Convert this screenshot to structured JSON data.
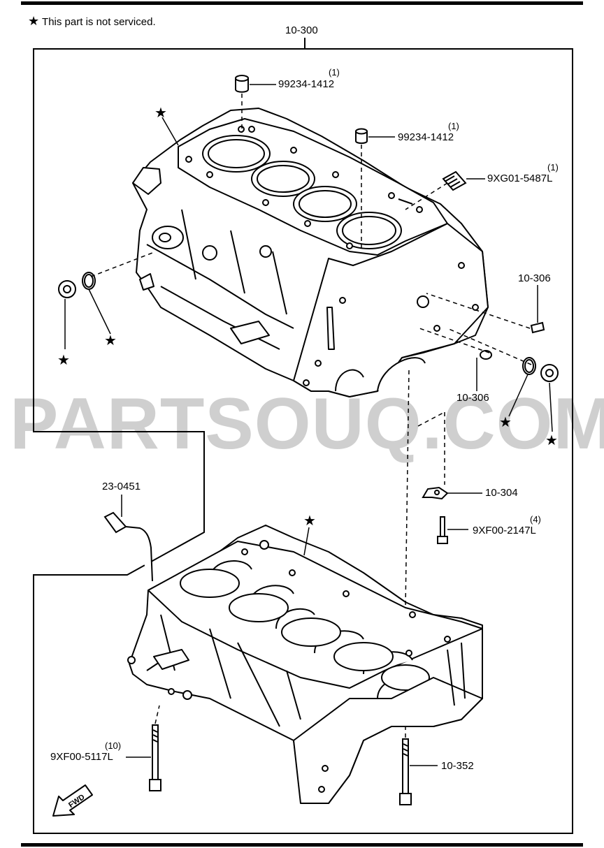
{
  "note": {
    "star": "★",
    "text": "This part is not serviced."
  },
  "group_label": "10-300",
  "watermark": "PARTSOUQ.COM",
  "fwd_label": "FWD",
  "parts": [
    {
      "id": "p1",
      "code": "99234-1412",
      "qty": "(1)"
    },
    {
      "id": "p2",
      "code": "99234-1412",
      "qty": "(1)"
    },
    {
      "id": "p3",
      "code": "9XG01-5487L",
      "qty": "(1)"
    },
    {
      "id": "p4",
      "code": "10-306",
      "qty": ""
    },
    {
      "id": "p5",
      "code": "10-306",
      "qty": ""
    },
    {
      "id": "p6",
      "code": "10-304",
      "qty": ""
    },
    {
      "id": "p7",
      "code": "9XF00-2147L",
      "qty": "(4)"
    },
    {
      "id": "p8",
      "code": "23-0451",
      "qty": ""
    },
    {
      "id": "p9",
      "code": "9XF00-5117L",
      "qty": "(10)"
    },
    {
      "id": "p10",
      "code": "10-352",
      "qty": ""
    }
  ],
  "star_symbol": "★"
}
